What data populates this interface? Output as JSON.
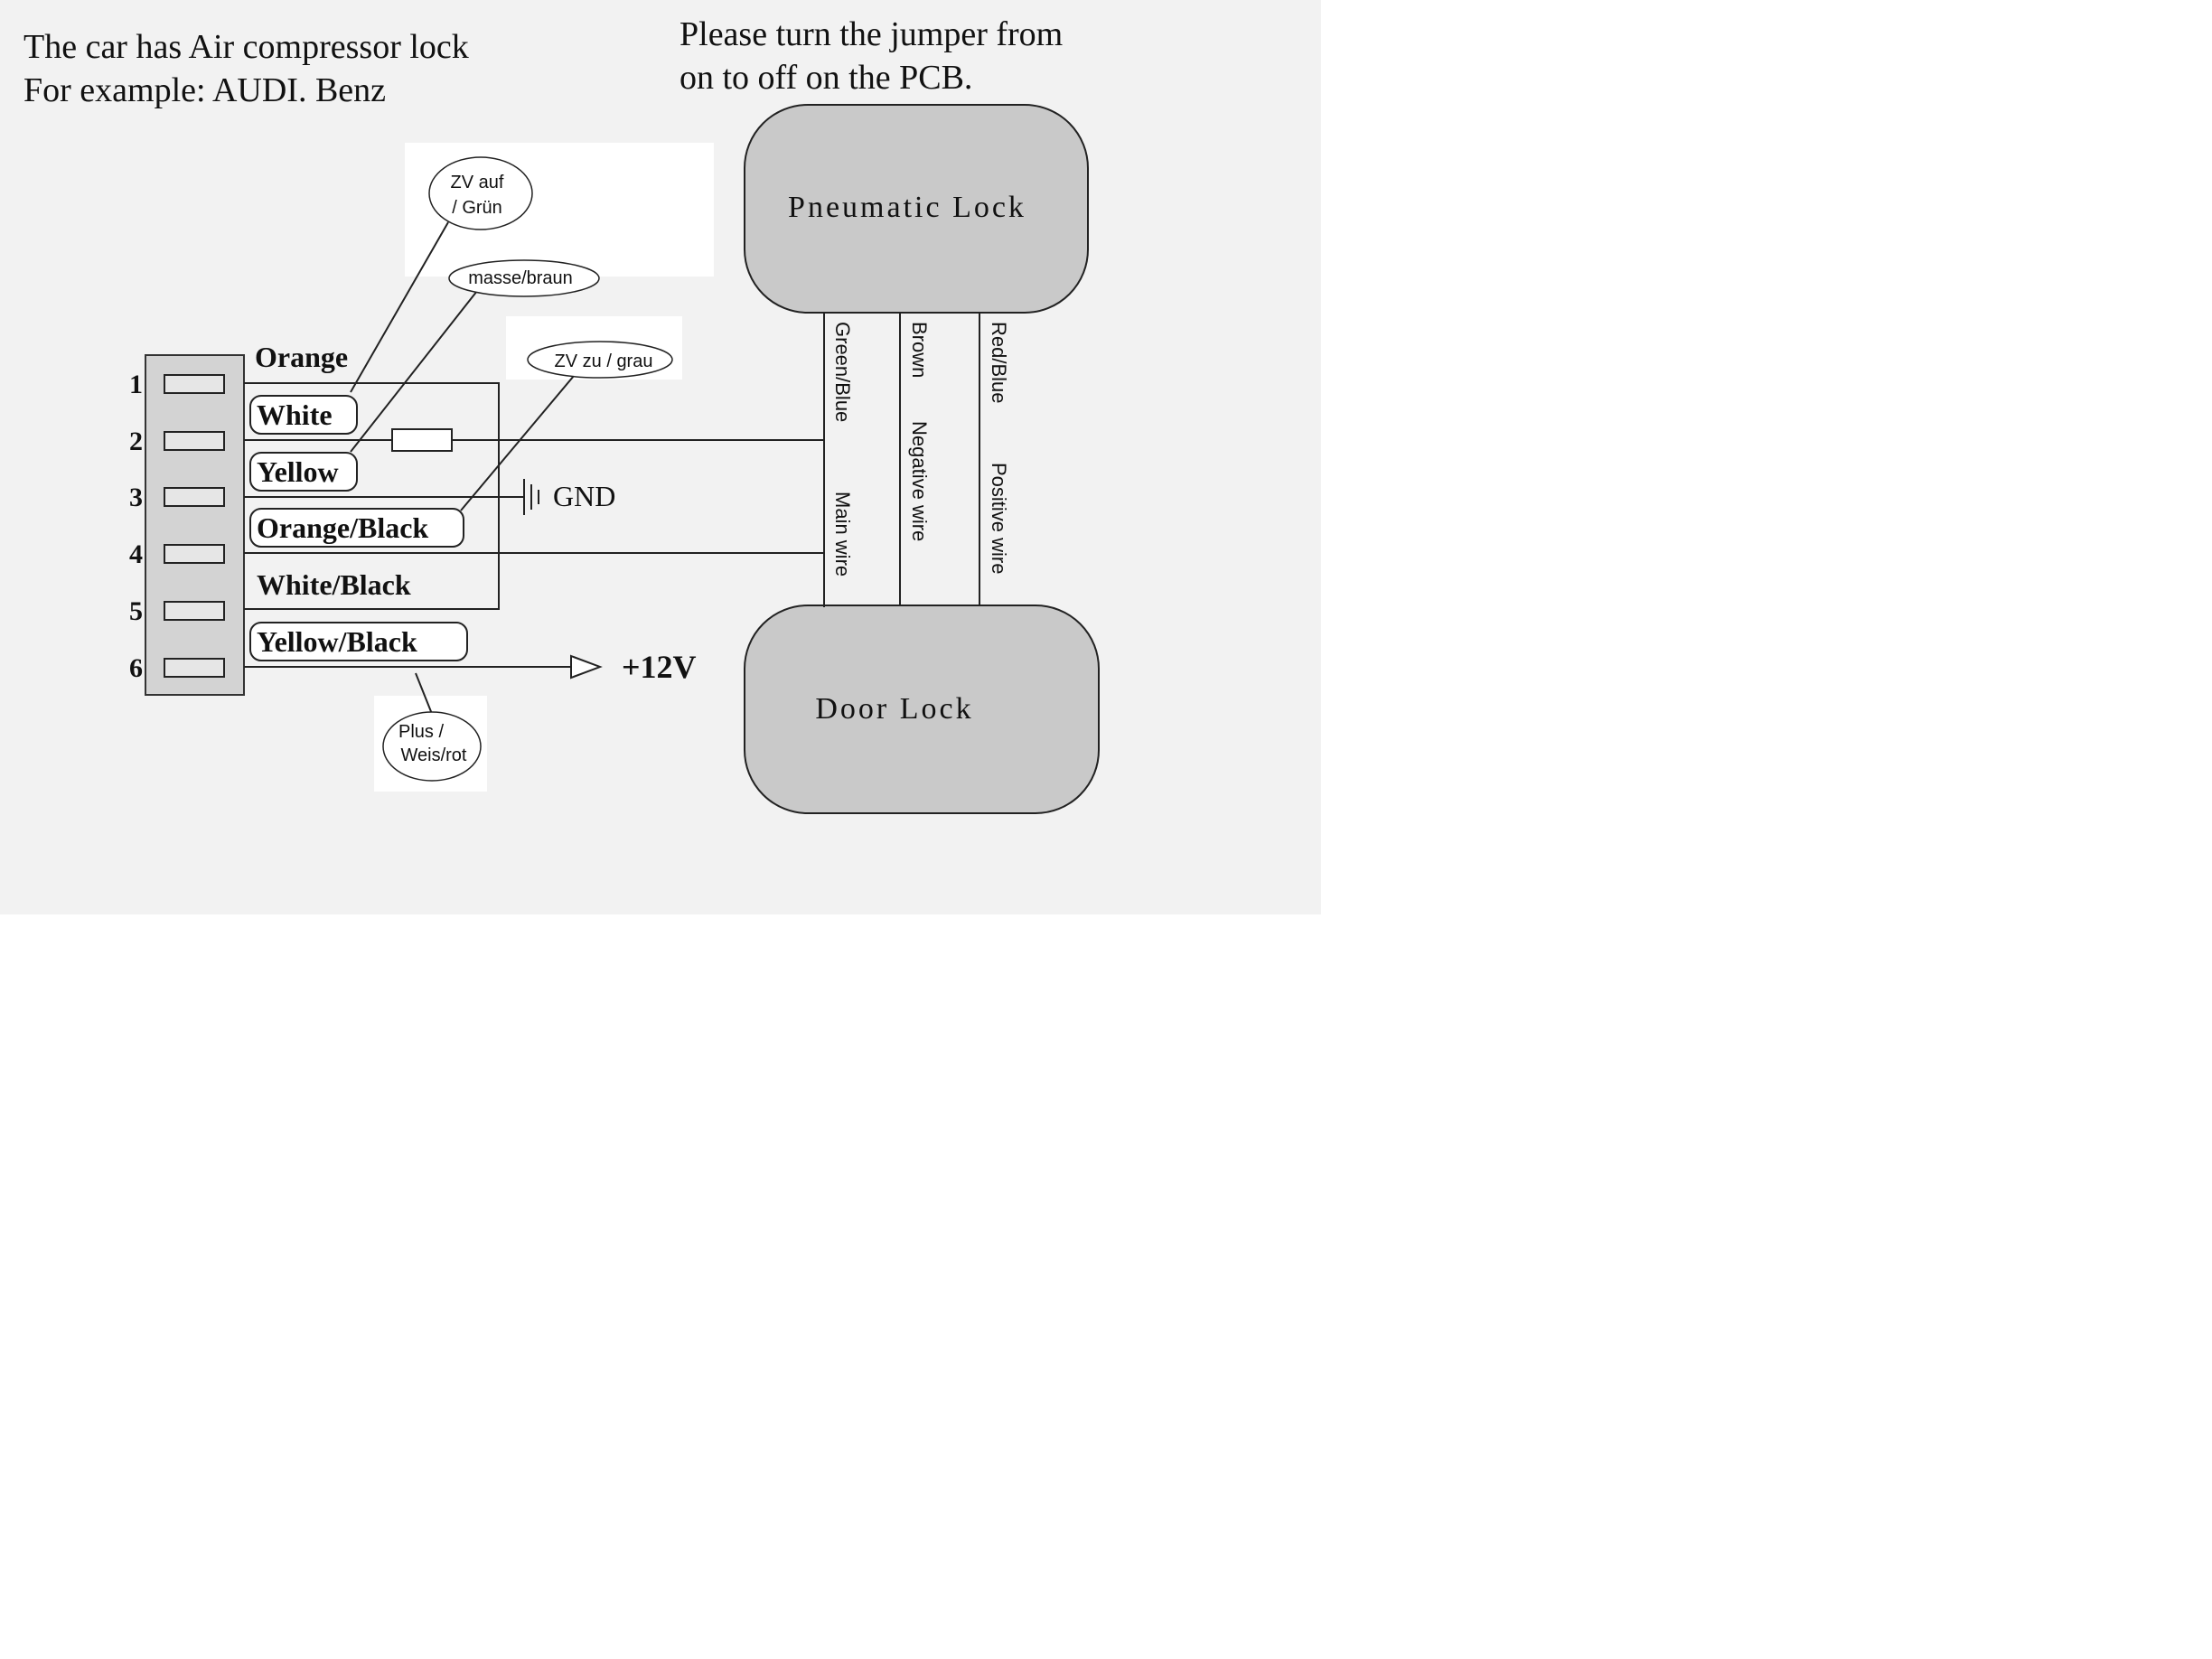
{
  "header": {
    "left_line_1": "The car has Air compressor lock",
    "left_line_2": "For example: AUDI. Benz",
    "right_line_1": "Please turn the jumper from",
    "right_line_2": "on to off on the PCB."
  },
  "connector": {
    "pins": [
      {
        "number": "1",
        "wire": "White"
      },
      {
        "number": "2",
        "wire": "Yellow"
      },
      {
        "number": "3",
        "wire": "Orange/Black"
      },
      {
        "number": "4",
        "wire": "White/Black"
      },
      {
        "number": "5",
        "wire": "Yellow/Black"
      },
      {
        "number": "6",
        "wire": ""
      }
    ],
    "top_label": "Orange"
  },
  "terminals": {
    "gnd": "GND",
    "plus12v": "+12V"
  },
  "callouts": {
    "zv_auf": [
      "ZV auf",
      "/ Grün"
    ],
    "masse": "masse/braun",
    "zv_zu": "ZV zu / grau",
    "plus_weis": [
      "Plus /",
      "Weis/rot"
    ]
  },
  "locks": {
    "pneumatic": "Pneumatic Lock",
    "door": "Door Lock"
  },
  "lock_wires": [
    {
      "color": "Green/Blue",
      "function": "Main wire"
    },
    {
      "color": "Brown",
      "function": "Negative wire"
    },
    {
      "color": "Red/Blue",
      "function": "Positive wire"
    }
  ],
  "colors": {
    "scan_background": "#f2f2f2",
    "lock_fill": "#c9c9c9",
    "connector_fill": "#d3d3d3",
    "ink": "#111111"
  }
}
